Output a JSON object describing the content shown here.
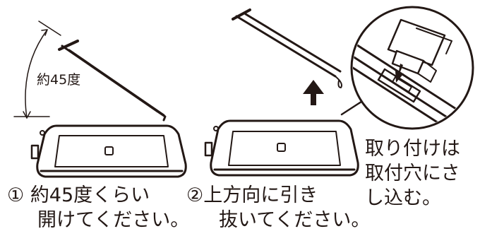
{
  "angle_label": "約45度",
  "step1": {
    "number": "①",
    "line1": "約45度くらい",
    "line2": "開けてください。"
  },
  "step2": {
    "number": "②",
    "line1": "上方向に引き",
    "line2": "抜いてください。"
  },
  "note": {
    "line1": "取り付けは",
    "line2": "取付穴にさ",
    "line3": "し込む。"
  }
}
